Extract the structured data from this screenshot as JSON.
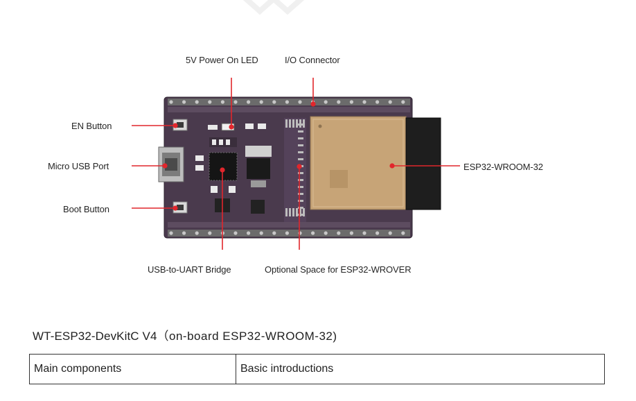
{
  "figure": {
    "callouts": {
      "power_led": "5V Power On LED",
      "io_connector": "I/O Connector",
      "en_button": "EN Button",
      "micro_usb": "Micro USB Port",
      "boot_button": "Boot Button",
      "wroom": "ESP32-WROOM-32",
      "uart_bridge": "USB-to-UART Bridge",
      "wrover_space": "Optional Space for ESP32-WROVER"
    },
    "colors": {
      "board": "#4a3a4d",
      "pointer": "#e1262c",
      "module": "#c7a477",
      "pins": "#8a8a8a",
      "antenna": "#1e1e1e"
    }
  },
  "caption": {
    "title": "WT-ESP32-DevKitC V4",
    "subtitle": "（on-board ESP32-WROOM-32)"
  },
  "table": {
    "headers": [
      "Main components",
      "Basic introductions"
    ]
  }
}
